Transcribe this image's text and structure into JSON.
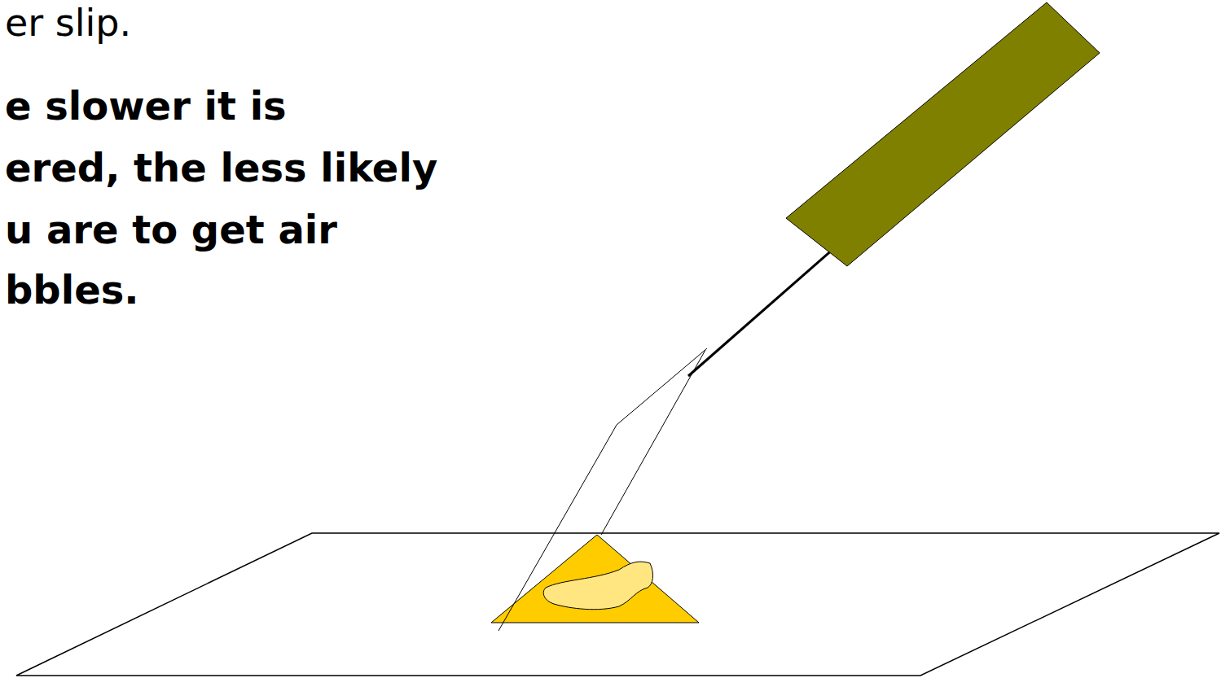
{
  "diagram": {
    "labels": [
      "er slip.",
      "e slower it is",
      "ered, the less likely",
      "u are to get air",
      "bbles."
    ]
  }
}
